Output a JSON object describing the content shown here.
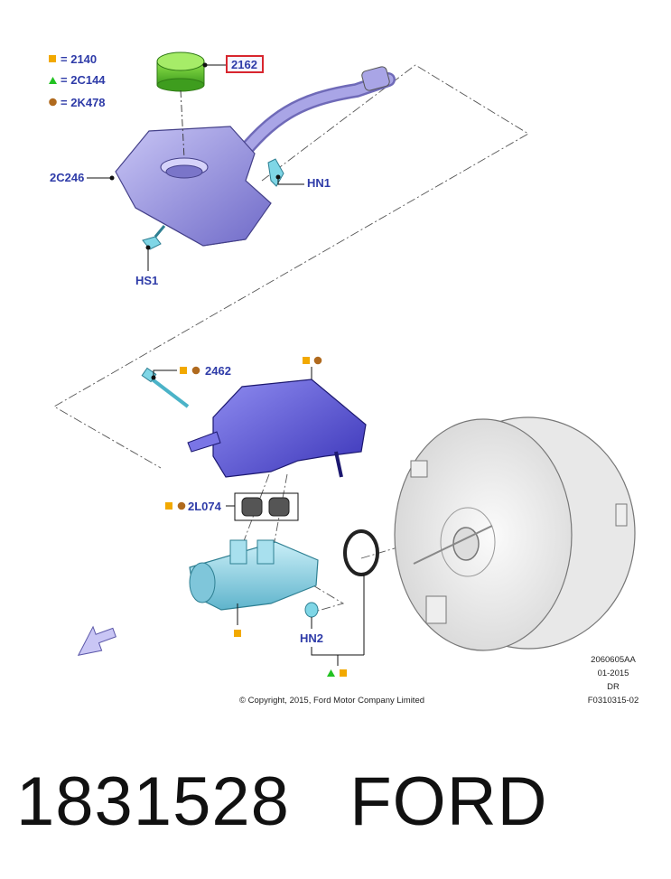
{
  "legend": [
    {
      "symbol": "square",
      "color": "#f2a900",
      "code": "2140"
    },
    {
      "symbol": "triangle",
      "color": "#22c222",
      "code": "2C144"
    },
    {
      "symbol": "circle",
      "color": "#b06a1e",
      "code": "2K478"
    }
  ],
  "legend_equals": "=",
  "callouts": {
    "cap": "2162",
    "reservoir": "2C246",
    "hn1": "HN1",
    "hs1": "HS1",
    "bolt": "2462",
    "seals": "2L074",
    "hn2": "HN2"
  },
  "stamp": {
    "line1": "2060605AA",
    "line2": "01-2015",
    "line3": "DR",
    "line4": "F0310315-02"
  },
  "copyright": "© Copyright, 2015, Ford Motor Company Limited",
  "footer": {
    "part_number": "1831528",
    "brand": "FORD"
  },
  "colors": {
    "label_blue": "#2e3ba8",
    "cap_green": "#5cc22e",
    "reservoir_violet": "#9a96df",
    "cylinder_cyan": "#8fd0e0",
    "booster_grey": "#efefef",
    "highlight_red": "#d8262e"
  }
}
